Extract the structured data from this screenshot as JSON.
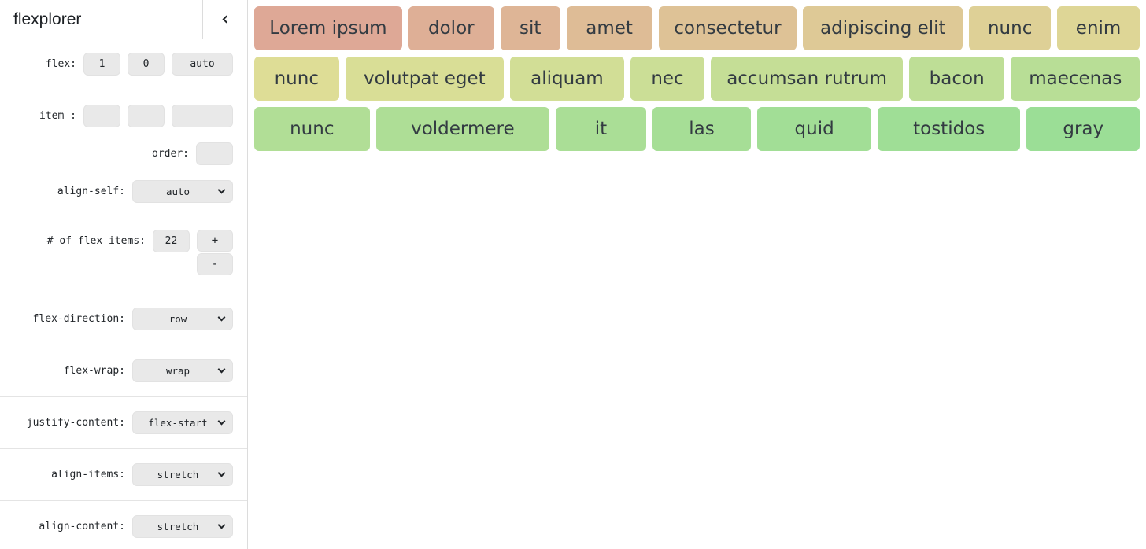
{
  "header": {
    "title": "flexplorer",
    "collapse_icon": "chevron-left"
  },
  "sidebar": {
    "flex": {
      "label": "flex:",
      "grow": "1",
      "shrink": "0",
      "basis": "auto"
    },
    "item": {
      "label": "item :",
      "grow": "",
      "shrink": "",
      "basis": ""
    },
    "order": {
      "label": "order:",
      "value": ""
    },
    "align_self": {
      "label": "align-self:",
      "value": "auto"
    },
    "count": {
      "label": "# of flex items:",
      "value": "22",
      "increment": "+",
      "decrement": "-"
    },
    "flex_direction": {
      "label": "flex-direction:",
      "value": "row"
    },
    "flex_wrap": {
      "label": "flex-wrap:",
      "value": "wrap"
    },
    "justify_content": {
      "label": "justify-content:",
      "value": "flex-start"
    },
    "align_items": {
      "label": "align-items:",
      "value": "stretch"
    },
    "align_content": {
      "label": "align-content:",
      "value": "stretch"
    }
  },
  "colors": {
    "input_bg": "#e9e9e9",
    "border": "#dcdcdc",
    "item_text": "#333b42",
    "item_color_start": "#dea896",
    "item_color_end": "#9bde96"
  },
  "flex_items": [
    {
      "label": "Lorem ipsum",
      "color": "#dea896",
      "basis": 176
    },
    {
      "label": "dolor",
      "color": "#deaf96",
      "basis": 97
    },
    {
      "label": "sit",
      "color": "#deb596",
      "basis": 64
    },
    {
      "label": "amet",
      "color": "#debc96",
      "basis": 97
    },
    {
      "label": "consectetur",
      "color": "#dec296",
      "basis": 164
    },
    {
      "label": "adipiscing elit",
      "color": "#dec996",
      "basis": 191
    },
    {
      "label": "nunc",
      "color": "#ded096",
      "basis": 92
    },
    {
      "label": "enim",
      "color": "#ded696",
      "basis": 93
    },
    {
      "label": "nunc",
      "color": "#dedd96",
      "basis": 96
    },
    {
      "label": "volutpat eget",
      "color": "#d9de96",
      "basis": 190
    },
    {
      "label": "aliquam",
      "color": "#d2de96",
      "basis": 133
    },
    {
      "label": "nec",
      "color": "#cbde96",
      "basis": 83
    },
    {
      "label": "accumsan rutrum",
      "color": "#c5de96",
      "basis": 232
    },
    {
      "label": "bacon",
      "color": "#bede96",
      "basis": 110
    },
    {
      "label": "maecenas",
      "color": "#b8de96",
      "basis": 152
    },
    {
      "label": "nunc",
      "color": "#b1de96",
      "basis": 135
    },
    {
      "label": "voldermere",
      "color": "#aede96",
      "basis": 209
    },
    {
      "label": "it",
      "color": "#aade96",
      "basis": 103
    },
    {
      "label": "las",
      "color": "#a6de96",
      "basis": 114
    },
    {
      "label": "quid",
      "color": "#a2de96",
      "basis": 133
    },
    {
      "label": "tostidos",
      "color": "#9fde96",
      "basis": 170
    },
    {
      "label": "gray",
      "color": "#9bde96",
      "basis": 132
    }
  ]
}
